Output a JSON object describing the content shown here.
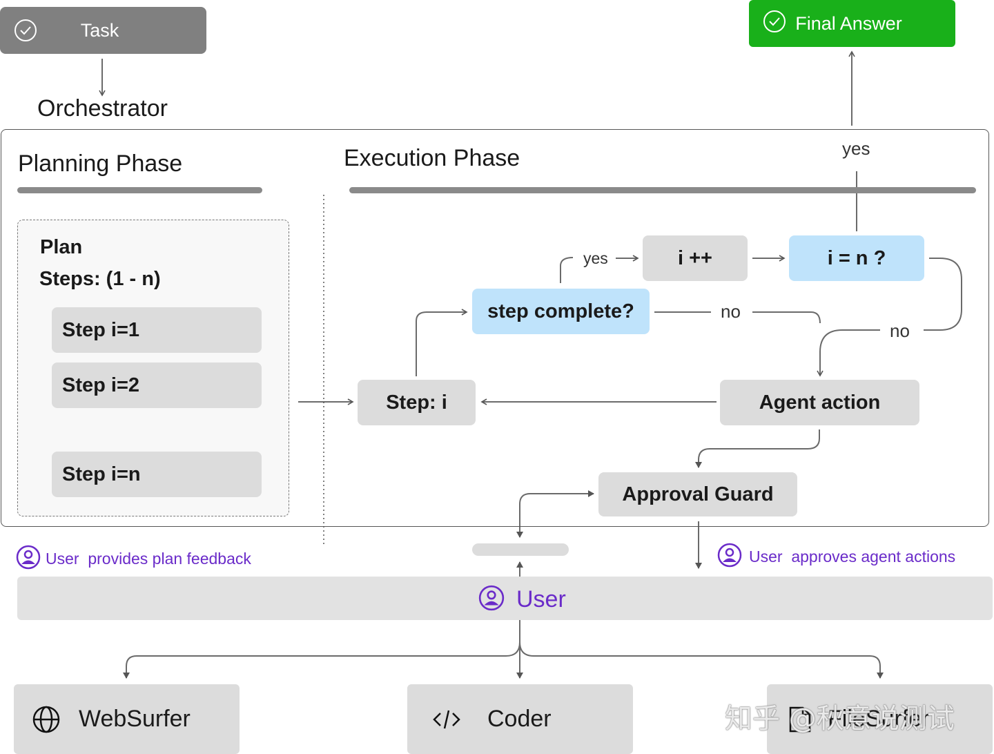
{
  "task": {
    "label": "Task"
  },
  "final_answer": {
    "label": "Final Answer"
  },
  "orchestrator": {
    "label": "Orchestrator"
  },
  "planning": {
    "title": "Planning Phase",
    "plan_title": "Plan",
    "steps_label": "Steps: (1 - n)",
    "steps": [
      "Step i=1",
      "Step i=2",
      "Step i=n"
    ]
  },
  "execution": {
    "title": "Execution Phase",
    "yes_top": "yes",
    "increment": "i ++",
    "check_n": "i = n ?",
    "yes_small": "yes",
    "step_complete": "step complete?",
    "no_1": "no",
    "no_2": "no",
    "step_i": "Step: i",
    "agent_action": "Agent action",
    "approval_guard": "Approval Guard"
  },
  "user_notes": {
    "plan_feedback": "User  provides plan feedback",
    "approves": "User  approves agent actions"
  },
  "user_bar": {
    "label": "User"
  },
  "agents": [
    {
      "label": "WebSurfer",
      "icon": "globe-icon"
    },
    {
      "label": "Coder",
      "icon": "code-icon"
    },
    {
      "label": "FileSurfer",
      "icon": "file-icon"
    }
  ],
  "watermark": "知乎 @秋意说测试",
  "colors": {
    "final_answer": "#19b01a",
    "blue_box": "#bfe3fb",
    "gray_box": "#dcdcdc",
    "user_purple": "#6a2bc9",
    "task_box": "#808080"
  }
}
